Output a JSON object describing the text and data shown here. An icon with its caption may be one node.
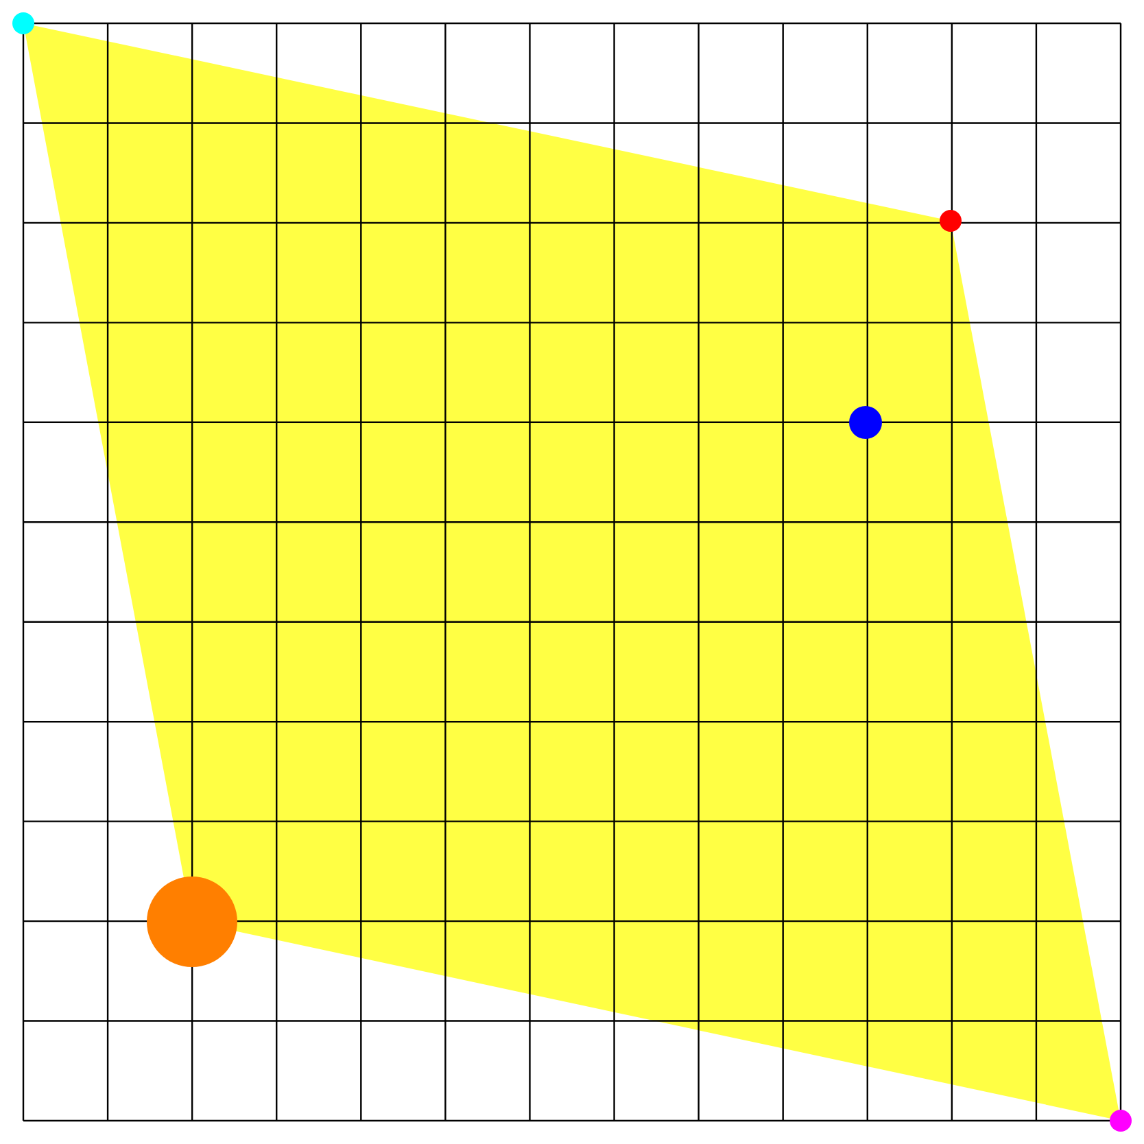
{
  "diagram": {
    "nodes": [
      {
        "text": [],
        "shape": "circle"
      },
      {
        "text": [],
        "shape": "circle"
      },
      {
        "text": [],
        "shape": "circle"
      },
      {
        "text": [],
        "shape": "circle"
      },
      {
        "text": [],
        "shape": "circle"
      }
    ]
  }
}
